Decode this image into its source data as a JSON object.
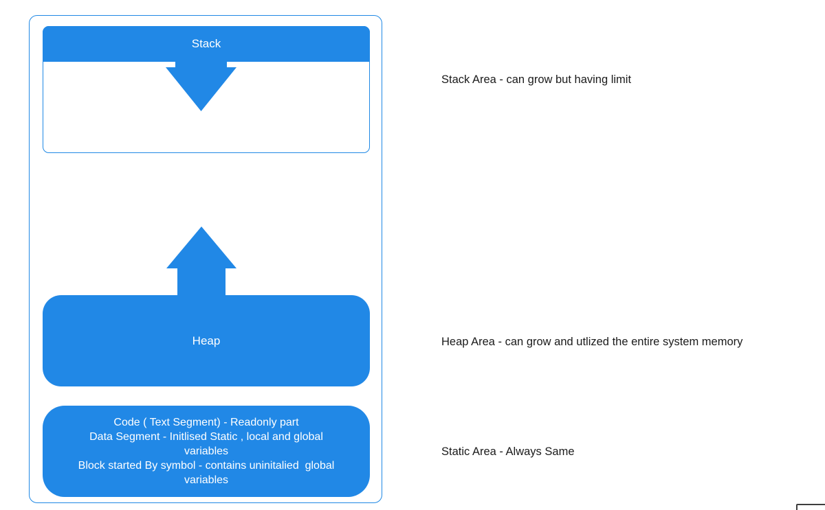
{
  "diagram": {
    "title_context": "process-memory-layout",
    "stack": {
      "label": "Stack"
    },
    "heap": {
      "label": "Heap"
    },
    "static_segment": {
      "lines": [
        "Code ( Text Segment) - Readonly part",
        "Data Segment - Initlised Static , local and global",
        "variables",
        "Block started By symbol - contains uninitalied  global",
        "variables"
      ]
    },
    "icons": {
      "down_arrow": "thick-arrow-down",
      "up_arrow": "thick-arrow-up"
    },
    "colors": {
      "primary_blue": "#2188E6",
      "outline_blue": "#1E88E5",
      "box_text": "#FFFFFF",
      "annotation_text": "#1A1A1A",
      "artifact_border": "#3D3D3D"
    }
  },
  "annotations": {
    "stack": "Stack Area - can grow but having limit",
    "heap": "Heap Area - can grow and utlized the entire system memory",
    "static": "Static Area - Always Same"
  }
}
